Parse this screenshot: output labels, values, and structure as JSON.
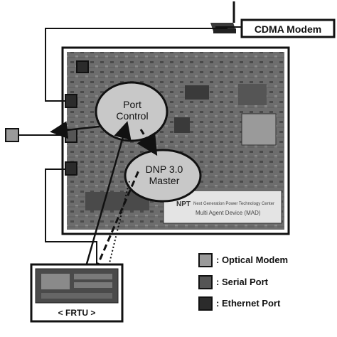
{
  "title_box": {
    "label": "CDMA Modem"
  },
  "nodes": {
    "port_control": {
      "line1": "Port",
      "line2": "Control"
    },
    "dnp_master": {
      "line1": "DNP 3.0",
      "line2": "Master"
    }
  },
  "board": {
    "badge": "NPT",
    "caption_line1": "Next Generation Power Technology Center",
    "caption_line2": "Multi Agent Device (MAD)"
  },
  "frtu": {
    "label": "< FRTU >"
  },
  "legend": {
    "items": [
      {
        "text": ": Optical Modem",
        "color": "#9a9a9a"
      },
      {
        "text": ": Serial Port",
        "color": "#555555"
      },
      {
        "text": ": Ethernet Port",
        "color": "#2b2b2b"
      }
    ]
  },
  "colors": {
    "optical": "#9a9a9a",
    "serial": "#555555",
    "ethernet": "#2b2b2b",
    "board": "#6f6f6f",
    "bubble": "#c8c8c8"
  }
}
